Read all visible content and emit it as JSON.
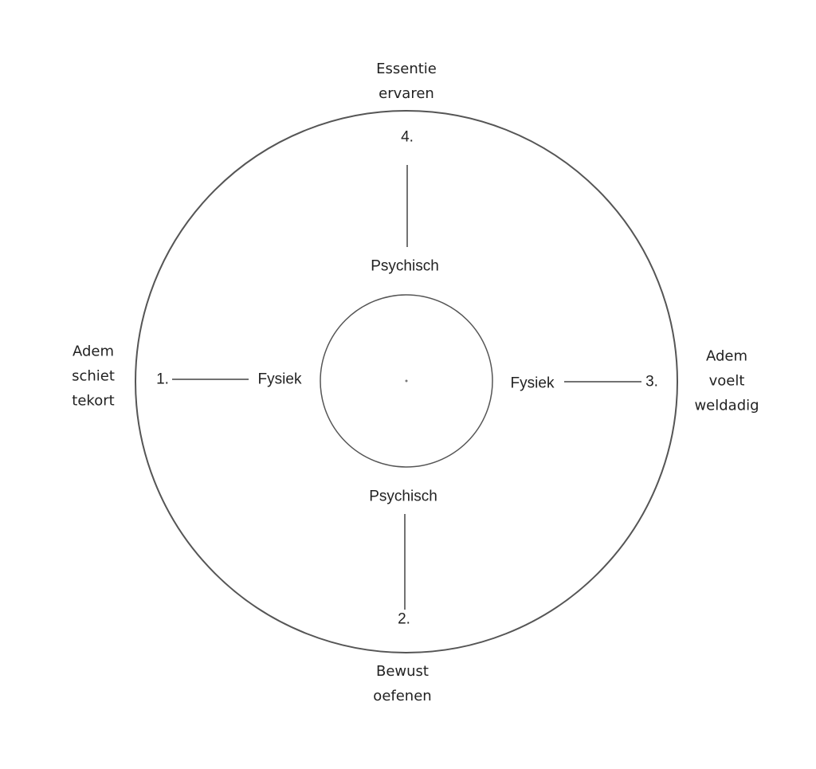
{
  "diagram": {
    "colors": {
      "stroke": "#555555",
      "text": "#222222"
    },
    "top": {
      "outer_label": [
        "Essentie",
        "ervaren"
      ],
      "number": "4.",
      "inner_label": "Psychisch"
    },
    "bottom": {
      "outer_label": [
        "Bewust",
        "oefenen"
      ],
      "number": "2.",
      "inner_label": "Psychisch"
    },
    "left": {
      "outer_label": [
        "Adem",
        "schiet",
        "tekort"
      ],
      "number": "1.",
      "inner_label": "Fysiek"
    },
    "right": {
      "outer_label": [
        "Adem",
        "voelt",
        "weldadig"
      ],
      "number": "3.",
      "inner_label": "Fysiek"
    }
  }
}
